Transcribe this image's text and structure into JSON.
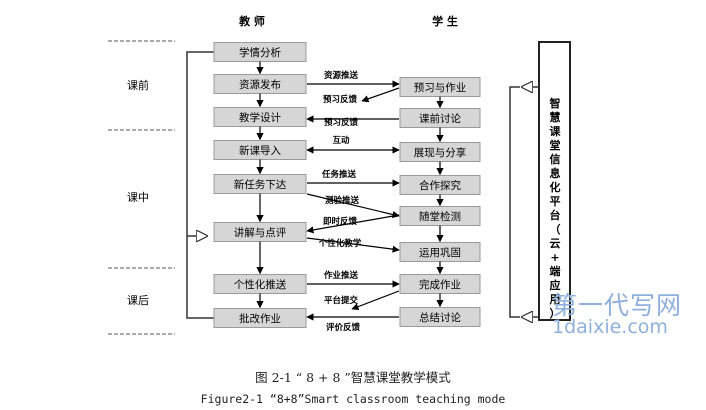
{
  "header": {
    "teacher": "教 师",
    "student": "学 生"
  },
  "phases": [
    "课前",
    "课中",
    "课后"
  ],
  "teacher_nodes": [
    "学情分析",
    "资源发布",
    "教学设计",
    "新课导入",
    "新任务下达",
    "讲解与点评",
    "个性化推送",
    "批改作业"
  ],
  "student_nodes": [
    "预习与作业",
    "课前讨论",
    "展现与分享",
    "合作探究",
    "随堂检测",
    "运用巩固",
    "完成作业",
    "总结讨论"
  ],
  "edge_labels": [
    "资源推送",
    "预习反馈",
    "预习反馈",
    "互动",
    "任务推送",
    "测验推送",
    "即时反馈",
    "个性化教学",
    "作业推送",
    "平台提交",
    "评价反馈"
  ],
  "platform": "智慧课堂信息化平台（云+端应用）",
  "caption": {
    "cn": "图 2-1 “ 8 + 8 ”智慧课堂教学模式",
    "en": "Figure2-1 “8+8”Smart classroom teaching mode"
  },
  "watermark": {
    "cn": "第一代写网",
    "en": "1daixie.com"
  }
}
